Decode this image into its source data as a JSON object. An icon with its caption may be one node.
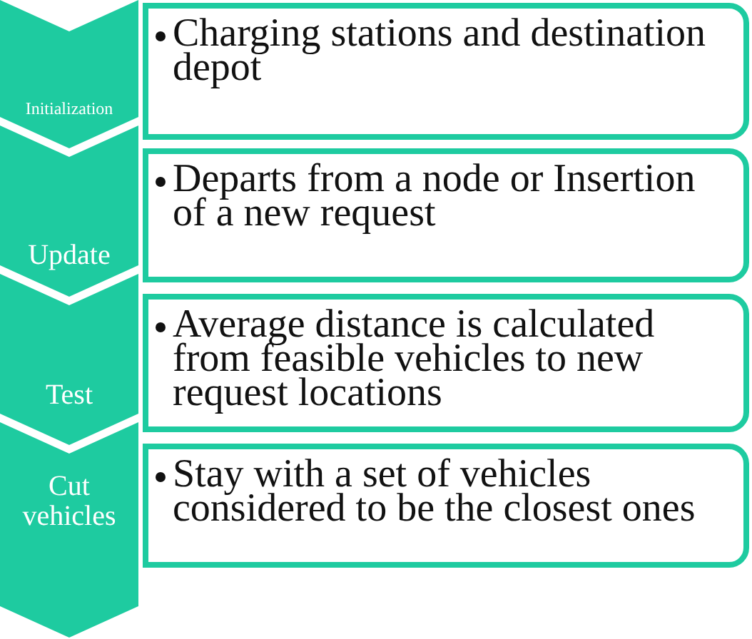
{
  "diagram": {
    "nodes": [
      {
        "text": [
          "Initialization"
        ]
      },
      {
        "text": [
          "Charging stations and destination depot"
        ]
      },
      {
        "text": [
          "Update"
        ]
      },
      {
        "text": [
          "Departs from a node or Insertion of a new request"
        ]
      },
      {
        "text": [
          "Test"
        ]
      },
      {
        "text": [
          "Average distance is calculated from feasible vehicles to new request locations"
        ]
      },
      {
        "text": [
          "Cut vehicles"
        ]
      },
      {
        "text": [
          "Stay with a set of vehicles considered to be the closest ones"
        ]
      }
    ]
  }
}
